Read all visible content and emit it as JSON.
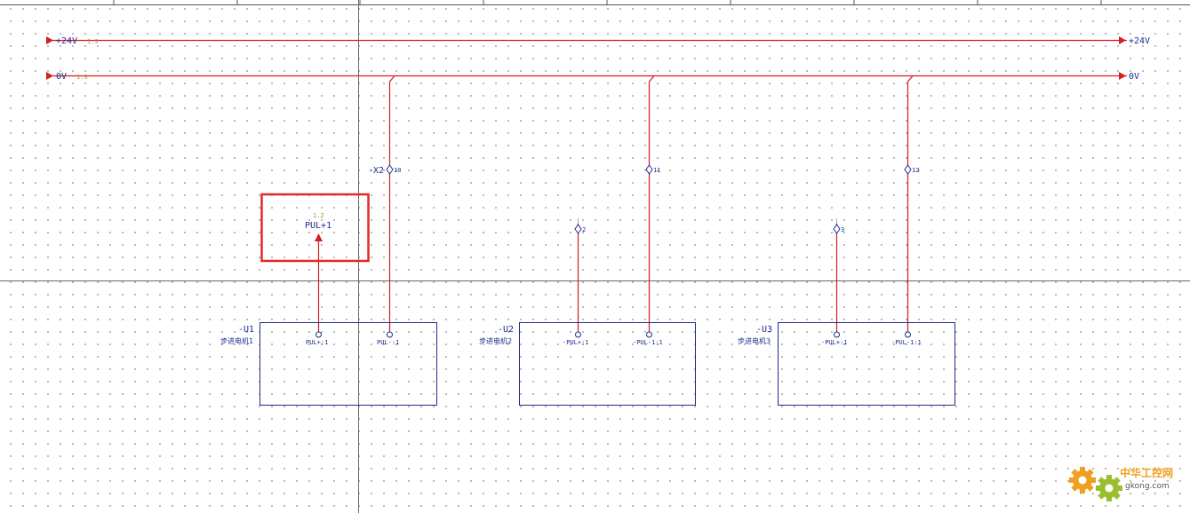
{
  "colors": {
    "wire": "#d21f1f",
    "box": "#1e2d8f",
    "text": "#1e2d8f",
    "xref": "#b89040",
    "highlight": "#e02a2a",
    "cross": "#555555",
    "logo_orange": "#f0a020",
    "logo_green": "#9bbf2c"
  },
  "rails": {
    "plus24": {
      "label_left": "+24V",
      "label_right": "+24V",
      "xref": "1.9"
    },
    "zero": {
      "label_left": "0V",
      "label_right": "0V",
      "xref": "1.9"
    }
  },
  "terminal_strip": {
    "tag": "-X2"
  },
  "terminals": [
    {
      "number": "10"
    },
    {
      "number": "11"
    },
    {
      "number": "12"
    }
  ],
  "small_terminals": [
    {
      "number": "2"
    },
    {
      "number": "3"
    }
  ],
  "potential_ref": {
    "xref": "1.2",
    "label": "PUL+1"
  },
  "devices": [
    {
      "tag": "-U1",
      "desc": "步进电机1",
      "pin_a": "PUL+:1",
      "pin_b": "PUL-:1"
    },
    {
      "tag": "-U2",
      "desc": "步进电机2",
      "pin_a": "-PUL+:1",
      "pin_b": "-PUL-1:1"
    },
    {
      "tag": "-U3",
      "desc": "步进电机3",
      "pin_a": "-PUL+:1",
      "pin_b": "-PUL-1:1"
    }
  ],
  "watermark": {
    "cn": "中华工控网",
    "url": "gkong.com"
  }
}
